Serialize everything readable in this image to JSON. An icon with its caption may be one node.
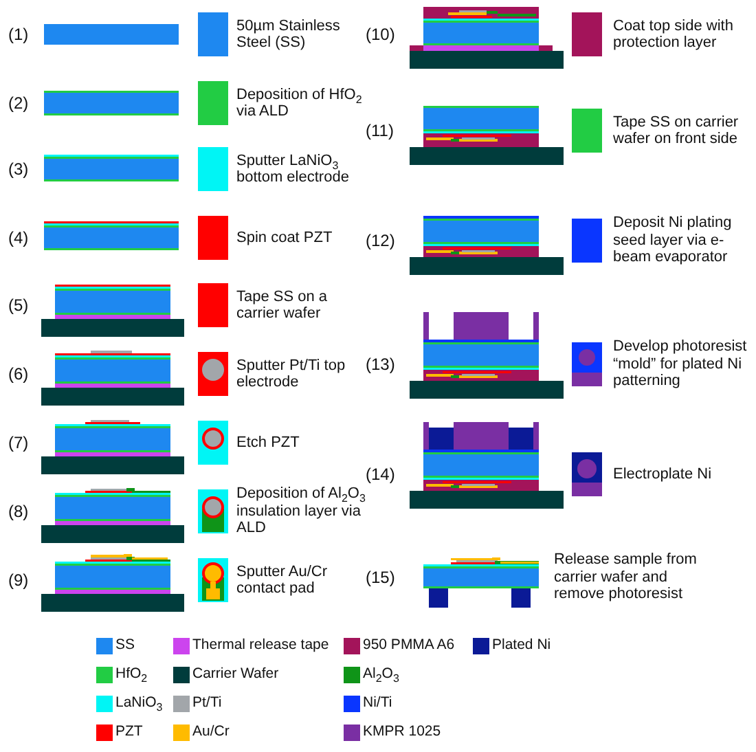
{
  "diagram": {
    "labels": [
      "(1)",
      "50µm Stainless Steel (SS)",
      "(2)",
      "Deposition of HfO$_{2}$ via ALD",
      "(3)",
      "Sputter LaNiO$_{3}$ bottom electrode",
      "(4)",
      "Spin coat PZT",
      "(5)",
      "Tape SS on a carrier wafer",
      "(6)",
      "Sputter Pt/Ti top electrode",
      "(7)",
      "Etch PZT",
      "(8)",
      "Deposition of Al$_{2}$O$_{3}$ insulation layer via ALD",
      "(9)",
      "Sputter Au/Cr contact pad",
      "(10)",
      "Coat top side with protection layer",
      "(11)",
      "Tape SS on carrier wafer on front side",
      "(12)",
      "Deposit Ni plating seed layer via e-beam evaporator",
      "(13)",
      "Develop photoresist “mold” for plated Ni patterning",
      "(14)",
      "Electroplate Ni",
      "(15)",
      "Release sample from carrier wafer and remove photoresist"
    ],
    "legend": [
      {
        "text": "SS",
        "color": "#1e88f0"
      },
      {
        "text": "Thermal release tape",
        "color": "#cc44ee"
      },
      {
        "text": "950 PMMA A6",
        "color": "#a3145a"
      },
      {
        "text": "Plated Ni",
        "color": "#0b1a96"
      },
      {
        "text": "HfO$_{2}$",
        "color": "#22cc44"
      },
      {
        "text": "Carrier Wafer",
        "color": "#003c3c"
      },
      {
        "text": "Al$_{2}$O$_{3}$",
        "color": "#0f9418"
      },
      {
        "text": "LaNiO$_{3}$",
        "color": "#00f5f5"
      },
      {
        "text": "Pt/Ti",
        "color": "#a2a6aa"
      },
      {
        "text": "Ni/Ti",
        "color": "#0a36ff"
      },
      {
        "text": "PZT",
        "color": "#ff0000"
      },
      {
        "text": "Au/Cr",
        "color": "#ffbb00"
      },
      {
        "text": "KMPR 1025",
        "color": "#7a2fa3"
      }
    ]
  }
}
